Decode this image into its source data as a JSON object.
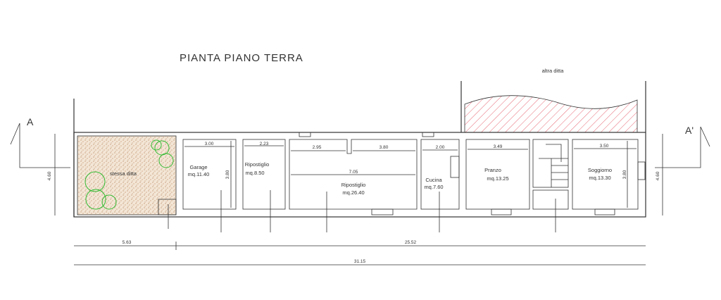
{
  "title": "PIANTA PIANO TERRA",
  "section_left": "A",
  "section_right": "A'",
  "neighbour_label": "altra ditta",
  "garden_label": "stessa ditta",
  "rooms": [
    {
      "name": "Garage",
      "area": "mq.11.40",
      "width": "3.00",
      "depth": "3.80"
    },
    {
      "name": "Ripostiglio",
      "area": "mq.8.50",
      "width": "2.23"
    },
    {
      "name": "Ripostiglio",
      "area": "mq.26.40",
      "width": "7.05",
      "sub_widths": [
        "2.95",
        "3.80"
      ]
    },
    {
      "name": "Cucina",
      "area": "mq.7.60",
      "width": "2.00"
    },
    {
      "name": "Pranzo",
      "area": "mq.13.25",
      "width": "3.49"
    },
    {
      "name": "Soggiorno",
      "area": "mq.13.30",
      "width": "3.50",
      "depth": "3.80"
    }
  ],
  "overall_depth": "4.60",
  "dimensions": {
    "garden": "5.63",
    "building": "25.52",
    "total": "31.15"
  },
  "colors": {
    "lines": "#333333",
    "hatch": "#e04050",
    "vegetation": "#33bb33",
    "gravel": "#c89a70"
  }
}
